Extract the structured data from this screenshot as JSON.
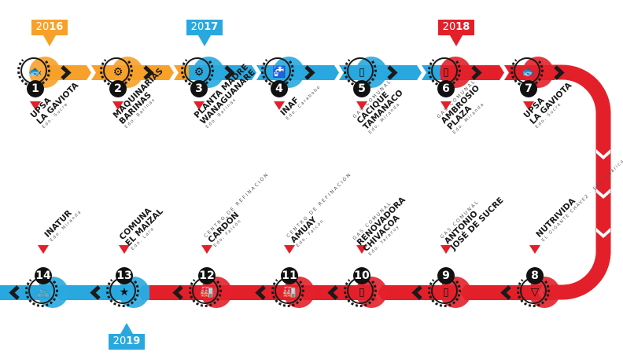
{
  "colors": {
    "orange": "#f7a12a",
    "blue": "#29a8e0",
    "red": "#e3202a",
    "dark": "#1a1a1a"
  },
  "years": [
    {
      "prefix": "20",
      "suffix": "16",
      "color": "orange"
    },
    {
      "prefix": "20",
      "suffix": "17",
      "color": "blue"
    },
    {
      "prefix": "20",
      "suffix": "18",
      "color": "red"
    },
    {
      "prefix": "20",
      "suffix": "19",
      "color": "blue"
    }
  ],
  "milestones": [
    {
      "number": "1",
      "icon": "fish-icon",
      "color": "orange",
      "pre": "",
      "name": [
        "UPSA",
        "LA GAVIOTA"
      ],
      "sub": "Edo. Sucre"
    },
    {
      "number": "2",
      "icon": "gears-icon",
      "color": "orange",
      "pre": "",
      "name": [
        "MAQUINARIAS",
        "BARINAS"
      ],
      "sub": "Edo. Barinas"
    },
    {
      "number": "3",
      "icon": "gears-icon",
      "color": "blue",
      "pre": "",
      "name": [
        "PLANTA MADRE",
        "WANAGUANARE"
      ],
      "sub": "Edo. Barinas"
    },
    {
      "number": "4",
      "icon": "faucet-icon",
      "color": "blue",
      "pre": "",
      "name": [
        "INAF"
      ],
      "sub": "Edo. Carabobo"
    },
    {
      "number": "5",
      "icon": "gas-cylinder-icon",
      "color": "blue",
      "pre": "GAS COMUNAL",
      "name": [
        "CACIQUE",
        "TAMANACO"
      ],
      "sub": "Edo. Miranda"
    },
    {
      "number": "6",
      "icon": "gas-cylinder-icon",
      "color": "red",
      "pre": "GAS COMUNAL",
      "name": [
        "AMBROSIO",
        "PLAZA"
      ],
      "sub": "Edo. Miranda"
    },
    {
      "number": "7",
      "icon": "fish-icon",
      "color": "red",
      "pre": "",
      "name": [
        "UPSA",
        "LA GAVIOTA"
      ],
      "sub": "Edo. Sucre"
    },
    {
      "number": "8",
      "icon": "ice-cream-icon",
      "color": "red",
      "pre": "",
      "name": [
        "NUTRIVIDA"
      ],
      "sub": "EL GIGANTE CHÁVEZ · Edo. Guárico"
    },
    {
      "number": "9",
      "icon": "gas-cylinder-icon",
      "color": "red",
      "pre": "GAS COMUNAL",
      "name": [
        "ANTONIO",
        "JOSÉ DE SUCRE"
      ],
      "sub": ""
    },
    {
      "number": "10",
      "icon": "gas-cylinder-icon",
      "color": "red",
      "pre": "GAS COMUNAL",
      "name": [
        "RENOVADORA",
        "CHIVACOA"
      ],
      "sub": "Edo. Yaracuy"
    },
    {
      "number": "11",
      "icon": "refinery-icon",
      "color": "red",
      "pre": "CENTRO DE REFINACIÓN",
      "name": [
        "AMUAY"
      ],
      "sub": "Edo. Falcón"
    },
    {
      "number": "12",
      "icon": "refinery-icon",
      "color": "red",
      "pre": "CENTRO DE REFINACIÓN",
      "name": [
        "CARDÓN"
      ],
      "sub": "Edo. Falcón"
    },
    {
      "number": "13",
      "icon": "star-icon",
      "color": "blue",
      "pre": "",
      "name": [
        "COMUNA",
        "EL MAIZAL"
      ],
      "sub": "Edo. Lara"
    },
    {
      "number": "14",
      "icon": "bicycles-icon",
      "color": "blue",
      "pre": "",
      "name": [
        "INATUR"
      ],
      "sub": "Edo. Miranda"
    }
  ]
}
